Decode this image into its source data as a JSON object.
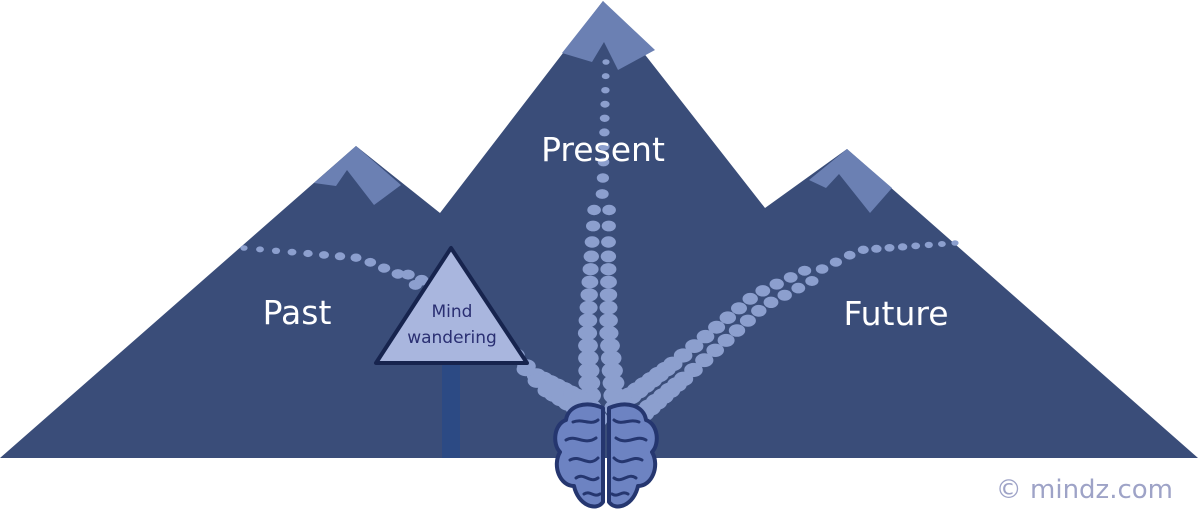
{
  "labels": {
    "present": "Present",
    "past": "Past",
    "future": "Future"
  },
  "sign": {
    "line1": "Mind",
    "line2": "wandering"
  },
  "watermark": "© mindz.com",
  "colors": {
    "mountain": "#3a4d79",
    "snow": "#6b80b3",
    "stone": "#8c9fce",
    "sign_fill": "#a9b6de",
    "sign_stroke": "#17244e",
    "post": "#2c4a84",
    "brain_fill": "#6d83c2",
    "brain_stroke": "#25366f"
  },
  "icons": [
    "brain-icon"
  ]
}
